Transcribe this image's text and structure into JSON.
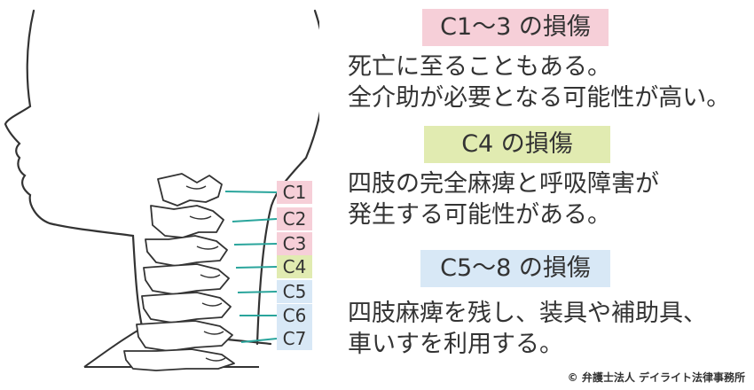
{
  "colors": {
    "pink": "#f6cfd8",
    "green": "#e1ebb1",
    "blue": "#d8e8f6",
    "pointer": "#2aa59c"
  },
  "levels": [
    {
      "label": "C1",
      "group": "pink"
    },
    {
      "label": "C2",
      "group": "pink"
    },
    {
      "label": "C3",
      "group": "pink"
    },
    {
      "label": "C4",
      "group": "green"
    },
    {
      "label": "C5",
      "group": "blue"
    },
    {
      "label": "C6",
      "group": "blue"
    },
    {
      "label": "C7",
      "group": "blue"
    }
  ],
  "sections": [
    {
      "heading": "C1～3 の損傷",
      "color": "pink",
      "lines": [
        "死亡に至ることもある。",
        "全介助が必要となる可能性が高い。"
      ]
    },
    {
      "heading": "C4 の損傷",
      "color": "green",
      "lines": [
        "四肢の完全麻痺と呼吸障害が",
        "発生する可能性がある。"
      ]
    },
    {
      "heading": "C5～8 の損傷",
      "color": "blue",
      "lines": [
        "四肢麻痺を残し、装具や補助具、",
        "車いすを利用する。"
      ]
    }
  ],
  "copyright": "© 弁護士法人 デイライト法律事務所"
}
